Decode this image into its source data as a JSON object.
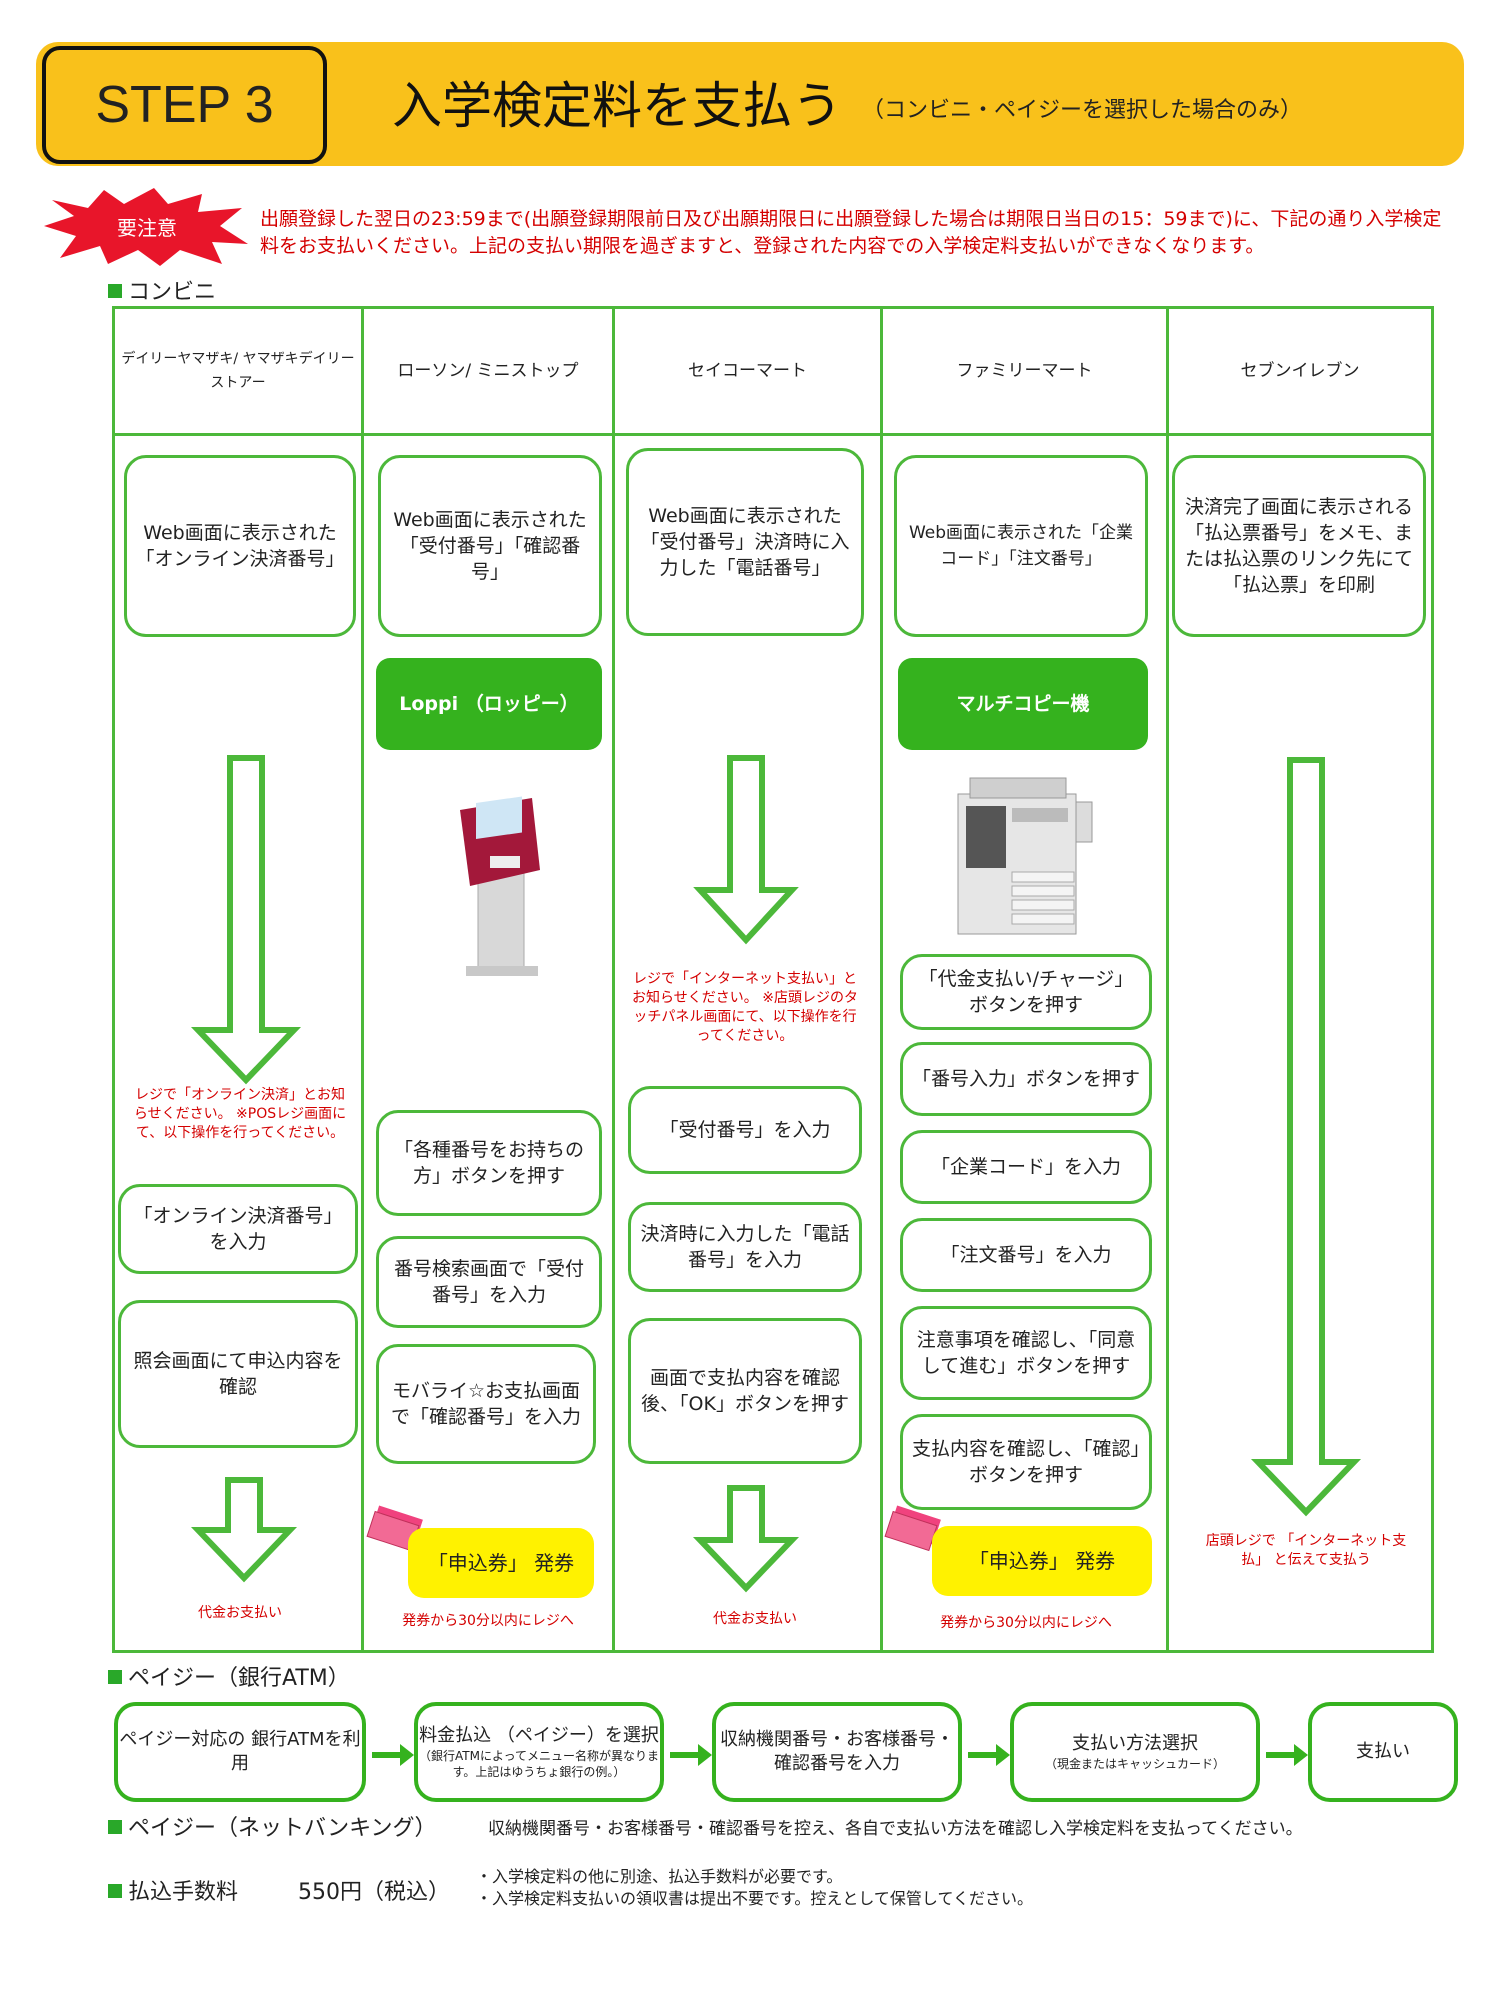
{
  "header": {
    "step": "STEP 3",
    "title": "入学検定料を支払う",
    "subtitle": "（コンビニ・ペイジーを選択した場合のみ）"
  },
  "caution": {
    "badge": "要注意",
    "notice": "出願登録した翌日の23:59まで(出願登録期限前日及び出願期限日に出願登録した場合は期限日当日の15：59まで)に、下記の通り入学検定料をお支払いください。上記の支払い期限を過ぎますと、登録された内容での入学検定料支払いができなくなります。"
  },
  "sections": {
    "konbini": "コンビニ",
    "payeasy_atm": "ペイジー（銀行ATM）",
    "payeasy_net": "ペイジー（ネットバンキング）",
    "fee": "払込手数料"
  },
  "stores": [
    {
      "name": "デイリーヤマザキ/ ヤマザキデイリーストアー",
      "top": "Web画面に表示された「オンライン決済番号」",
      "note": "レジで「オンライン決済」とお知らせください。 ※POSレジ画面にて、以下操作を行ってください。",
      "steps": [
        "「オンライン決済番号」を入力",
        "照会画面にて申込内容を確認"
      ],
      "end": "代金お支払い"
    },
    {
      "name": "ローソン/ ミニストップ",
      "top": "Web画面に表示された「受付番号」「確認番号」",
      "device": "Loppi （ロッピー）",
      "steps": [
        "「各種番号をお持ちの方」ボタンを押す",
        "番号検索画面で「受付番号」を入力",
        "モバライ☆お支払画面で「確認番号」を入力"
      ],
      "ticket": "「申込券」 発券",
      "end": "発券から30分以内にレジへ"
    },
    {
      "name": "セイコーマート",
      "top": "Web画面に表示された「受付番号」決済時に入力した「電話番号」",
      "note": "レジで「インターネット支払い」とお知らせください。 ※店頭レジのタッチパネル画面にて、以下操作を行ってください。",
      "steps": [
        "「受付番号」を入力",
        "決済時に入力した「電話番号」を入力",
        "画面で支払内容を確認後、「OK」ボタンを押す"
      ],
      "end": "代金お支払い"
    },
    {
      "name": "ファミリーマート",
      "top": "Web画面に表示された「企業コード」「注文番号」",
      "device": "マルチコピー機",
      "steps": [
        "「代金支払い/チャージ」ボタンを押す",
        "「番号入力」ボタンを押す",
        "「企業コード」を入力",
        "「注文番号」を入力",
        "注意事項を確認し、「同意して進む」ボタンを押す",
        "支払内容を確認し、「確認」ボタンを押す"
      ],
      "ticket": "「申込券」 発券",
      "end": "発券から30分以内にレジへ"
    },
    {
      "name": "セブンイレブン",
      "top": "決済完了画面に表示される「払込票番号」をメモ、または払込票のリンク先にて「払込票」を印刷",
      "end": "店頭レジで 「インターネット支払」 と伝えて支払う"
    }
  ],
  "atm_flow": [
    {
      "main": "ペイジー対応の 銀行ATMを利用",
      "sub": ""
    },
    {
      "main": "料金払込 （ペイジー）を選択",
      "sub": "（銀行ATMによってメニュー名称が異なります。上記はゆうちょ銀行の例。）"
    },
    {
      "main": "収納機関番号・お客様番号・確認番号を入力",
      "sub": ""
    },
    {
      "main": "支払い方法選択",
      "sub": "（現金またはキャッシュカード）"
    },
    {
      "main": "支払い",
      "sub": ""
    }
  ],
  "net_banking_text": "収納機関番号・お客様番号・確認番号を控え、各自で支払い方法を確認し入学検定料を支払ってください。",
  "fee": {
    "amount": "550円（税込）",
    "notes": [
      "・入学検定料の他に別途、払込手数料が必要です。",
      "・入学検定料支払いの領収書は提出不要です。控えとして保管してください。"
    ]
  },
  "colors": {
    "accent_yellow": "#f9c11b",
    "green": "#35b21e",
    "red": "#d40000",
    "ticket_yellow": "#fff200"
  }
}
